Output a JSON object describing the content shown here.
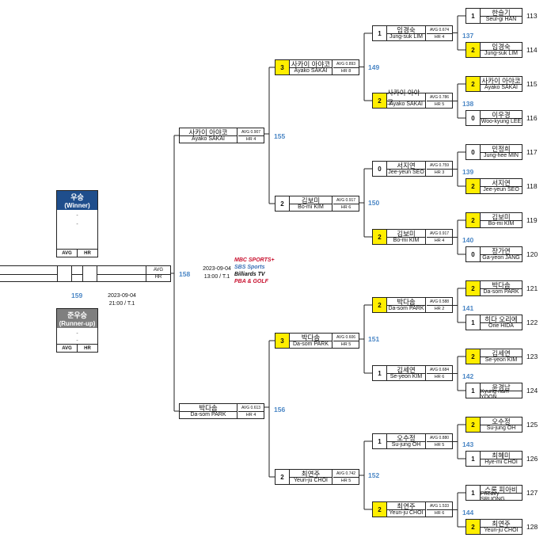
{
  "colors": {
    "winner_seed": "#ffee00",
    "match_number": "#4a86c5",
    "winner_header": "#1f4e8c",
    "runnerup_header": "#7f7f7f"
  },
  "final": {
    "date1": "2023-09-04",
    "time1": "13:00 / T.1",
    "match1": "158",
    "date2": "2023-09-04",
    "time2": "21:00 / T.1",
    "match2": "159",
    "left_player": {
      "kr": "-",
      "en": "-",
      "avg": "AVG",
      "hr": "HR",
      "dash": "-"
    },
    "winner": {
      "title": "우승",
      "subtitle": "(Winner)",
      "kr": "-",
      "en": "-",
      "avg": "AVG",
      "hr": "HR"
    },
    "runnerup": {
      "title": "준우승",
      "subtitle": "(Runner-up)",
      "kr": "-",
      "en": "-",
      "avg": "AVG",
      "hr": "HR"
    },
    "logos": [
      "MBC SPORTS+",
      "SBS Sports",
      "Billiards TV",
      "PBA & GOLF"
    ]
  },
  "r32": [
    {
      "seed": "1",
      "kr": "한슬기",
      "en": "Seul-gi HAN",
      "num": "113",
      "win": false
    },
    {
      "seed": "2",
      "kr": "임경숙",
      "en": "Jung-suk LIM",
      "num": "114",
      "win": true
    },
    {
      "seed": "2",
      "kr": "사카이 아야코",
      "en": "Ayako SAKAI",
      "num": "115",
      "win": true
    },
    {
      "seed": "0",
      "kr": "이우경",
      "en": "Woo-kyung LEE",
      "num": "116",
      "win": false
    },
    {
      "seed": "0",
      "kr": "민정희",
      "en": "Jung-hee MIN",
      "num": "117",
      "win": false
    },
    {
      "seed": "2",
      "kr": "서지연",
      "en": "Jee-yeun SEO",
      "num": "118",
      "win": true
    },
    {
      "seed": "2",
      "kr": "김보미",
      "en": "Bo-mi KIM",
      "num": "119",
      "win": true
    },
    {
      "seed": "0",
      "kr": "장가연",
      "en": "Ga-yeon JANG",
      "num": "120",
      "win": false
    },
    {
      "seed": "2",
      "kr": "박다솜",
      "en": "Da-som PARK",
      "num": "121",
      "win": true
    },
    {
      "seed": "1",
      "kr": "히다 오리에",
      "en": "Orie HIDA",
      "num": "122",
      "win": false
    },
    {
      "seed": "2",
      "kr": "김세연",
      "en": "Se-yeon KIM",
      "num": "123",
      "win": true
    },
    {
      "seed": "1",
      "kr": "윤경남",
      "en": "Kyung-nam YOON",
      "num": "124",
      "win": false
    },
    {
      "seed": "2",
      "kr": "오수정",
      "en": "Su-jung OH",
      "num": "125",
      "win": true
    },
    {
      "seed": "1",
      "kr": "최혜미",
      "en": "Hye-mi CHOI",
      "num": "126",
      "win": false
    },
    {
      "seed": "1",
      "kr": "스롱 피아비",
      "en": "Pheavy SRUONG",
      "num": "127",
      "win": false
    },
    {
      "seed": "2",
      "kr": "최연주",
      "en": "Yeun-ju CHOI",
      "num": "128",
      "win": true
    }
  ],
  "r16_matches": [
    "137",
    "138",
    "139",
    "140",
    "141",
    "142",
    "143",
    "144"
  ],
  "r16": [
    {
      "seed": "1",
      "kr": "임경숙",
      "en": "Jung-suk LIM",
      "avg": "AVG 0.674",
      "hr": "HR 4",
      "win": false
    },
    {
      "seed": "2",
      "kr": "사카이 아야코",
      "en": "Ayako SAKAI",
      "avg": "AVG 0.786",
      "hr": "HR 5",
      "win": true
    },
    {
      "seed": "0",
      "kr": "서지연",
      "en": "Jee-yeun SEO",
      "avg": "AVG 0.759",
      "hr": "HR 3",
      "win": false
    },
    {
      "seed": "2",
      "kr": "김보미",
      "en": "Bo-mi KIM",
      "avg": "AVG 0.917",
      "hr": "HR 4",
      "win": true
    },
    {
      "seed": "2",
      "kr": "박다솜",
      "en": "Da-som PARK",
      "avg": "AVG 0.588",
      "hr": "HR 2",
      "win": true
    },
    {
      "seed": "1",
      "kr": "김세연",
      "en": "Se-yeon KIM",
      "avg": "AVG 0.684",
      "hr": "HR 6",
      "win": false
    },
    {
      "seed": "1",
      "kr": "오수정",
      "en": "Su-jung OH",
      "avg": "AVG 0.880",
      "hr": "HR 5",
      "win": false
    },
    {
      "seed": "2",
      "kr": "최연주",
      "en": "Yeun-ju CHOI",
      "avg": "AVG 1.533",
      "hr": "HR 6",
      "win": true
    }
  ],
  "qf_matches": [
    "149",
    "150",
    "151",
    "152"
  ],
  "qf": [
    {
      "seed": "3",
      "kr": "사카이 아야코",
      "en": "Ayako SAKAI",
      "avg": "AVG 0.893",
      "hr": "HR 8",
      "win": true
    },
    {
      "seed": "2",
      "kr": "김보미",
      "en": "Bo-mi KIM",
      "avg": "AVG 0.917",
      "hr": "HR 6",
      "win": false
    },
    {
      "seed": "3",
      "kr": "박다솜",
      "en": "Da-som PARK",
      "avg": "AVG 0.606",
      "hr": "HR 5",
      "win": true
    },
    {
      "seed": "2",
      "kr": "최연주",
      "en": "Yeun-ju CHOI",
      "avg": "AVG 0.742",
      "hr": "HR 5",
      "win": false
    }
  ],
  "sf_matches": [
    "155",
    "156"
  ],
  "sf": [
    {
      "kr": "사카이 아야코",
      "en": "Ayako SAKAI",
      "avg": "AVG 0.907",
      "hr": "HR 4"
    },
    {
      "kr": "박다솜",
      "en": "Da-som PARK",
      "avg": "AVG 0.613",
      "hr": "HR 4"
    }
  ]
}
